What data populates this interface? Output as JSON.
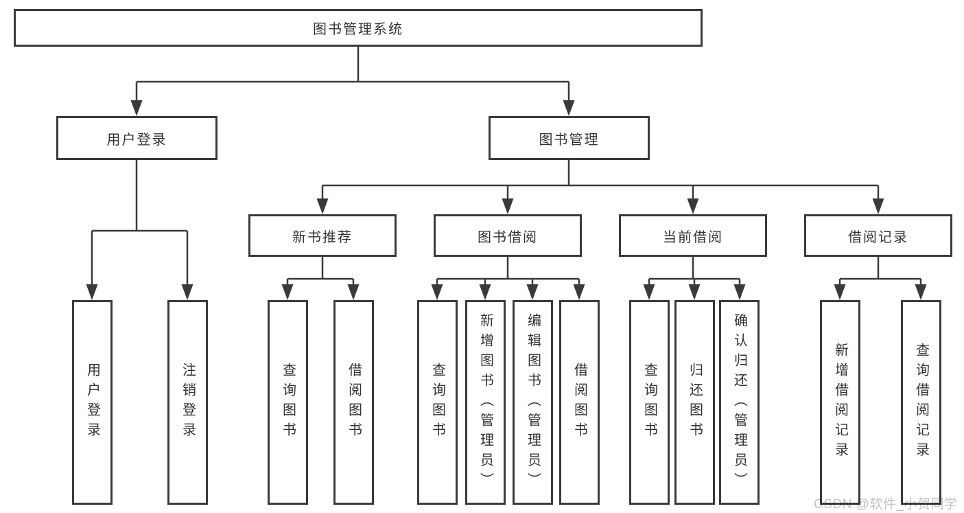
{
  "diagram_title": "图书管理系统",
  "tree": {
    "root": {
      "label": "图书管理系统"
    },
    "branches": [
      {
        "label": "用户登录",
        "children": [
          {
            "label": "用户登录"
          },
          {
            "label": "注销登录"
          }
        ]
      },
      {
        "label": "图书管理",
        "children": [
          {
            "label": "新书推荐",
            "children": [
              {
                "label": "查询图书"
              },
              {
                "label": "借阅图书"
              }
            ]
          },
          {
            "label": "图书借阅",
            "children": [
              {
                "label": "查询图书"
              },
              {
                "label": "新增图书（管理员）"
              },
              {
                "label": "编辑图书（管理员）"
              },
              {
                "label": "借阅图书"
              }
            ]
          },
          {
            "label": "当前借阅",
            "children": [
              {
                "label": "查询图书"
              },
              {
                "label": "归还图书"
              },
              {
                "label": "确认归还（管理员）"
              }
            ]
          },
          {
            "label": "借阅记录",
            "children": [
              {
                "label": "新增借阅记录"
              },
              {
                "label": "查询借阅记录"
              }
            ]
          }
        ]
      }
    ]
  },
  "watermark": {
    "text": "CSDN @软件_小贺同学",
    "color": "#c3c3c3"
  },
  "colors": {
    "line": "#3a3a3a",
    "text": "#333333",
    "background": "#ffffff"
  }
}
